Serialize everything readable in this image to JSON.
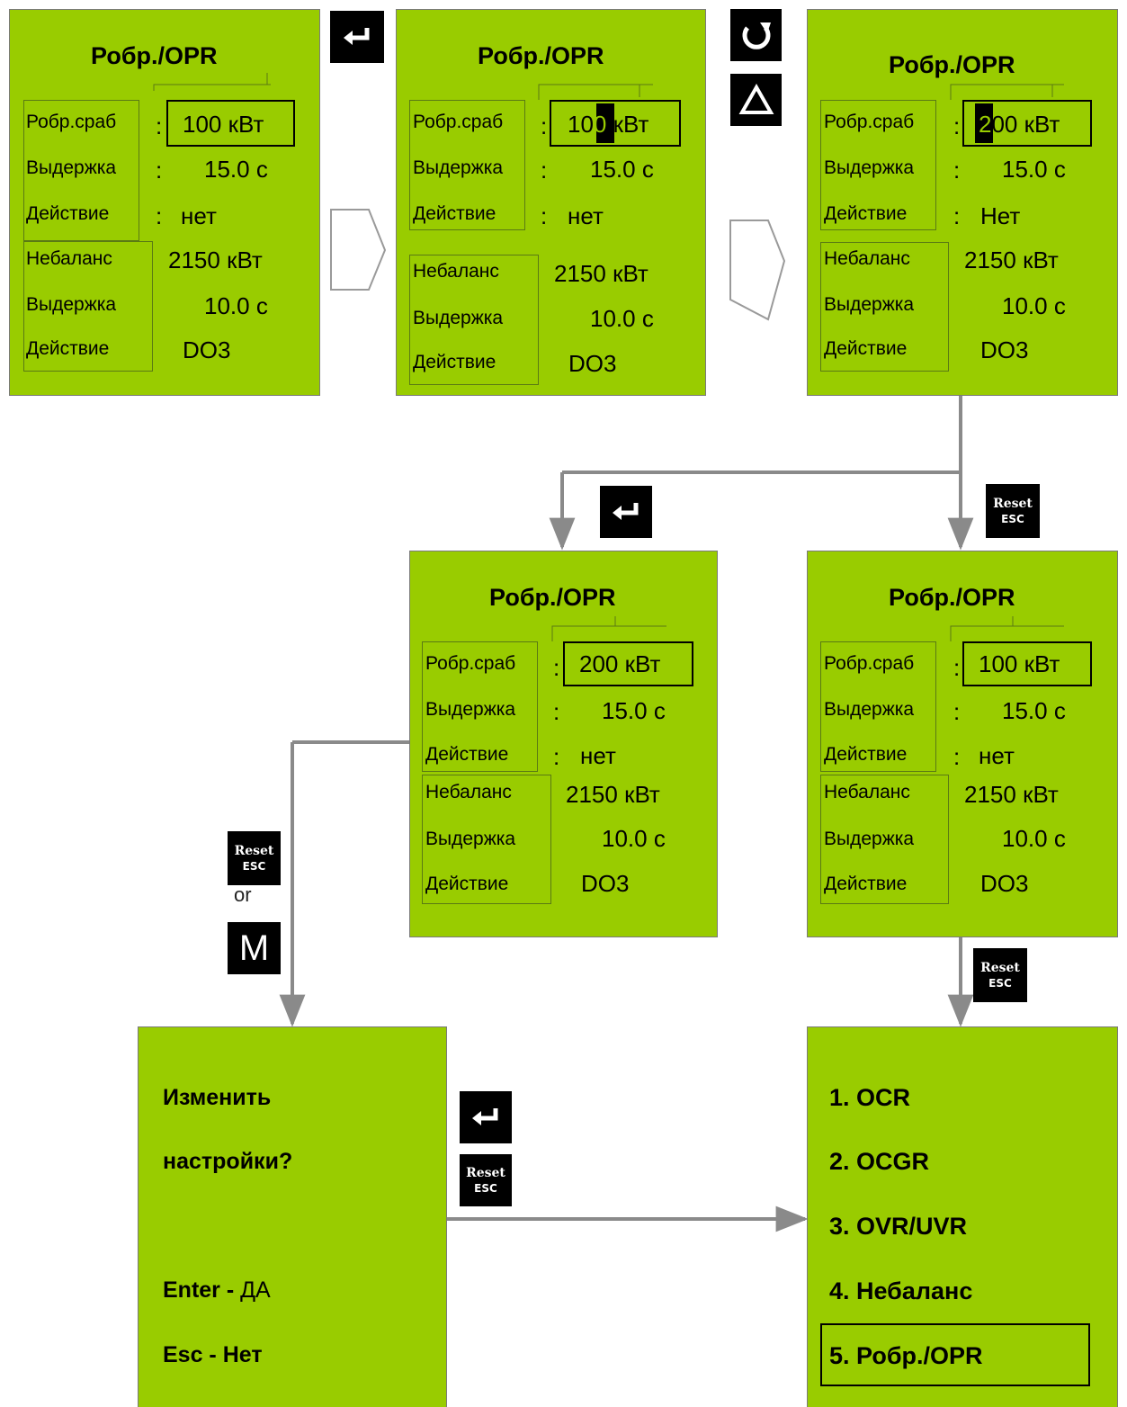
{
  "screens": [
    {
      "title": "Робр./OPR",
      "rows": [
        {
          "label": "Робр.сраб",
          "colon": ":",
          "value": "100 кВт"
        },
        {
          "label": "Выдержка",
          "colon": ":",
          "value": "15.0 с"
        },
        {
          "label": "Действие",
          "colon": ":",
          "value": "нет"
        },
        {
          "label": "Небаланс",
          "value": "2150 кВт"
        },
        {
          "label": "Выдержка",
          "value": "10.0 с"
        },
        {
          "label": "Действие",
          "value": "DO3"
        }
      ]
    },
    {
      "title": "Робр./OPR",
      "rows": [
        {
          "label": "Робр.сраб",
          "colon": ":",
          "value_pre": "10",
          "value_cursor": "0",
          "value_post": " кВт"
        },
        {
          "label": "Выдержка",
          "colon": ":",
          "value": "15.0 с"
        },
        {
          "label": "Действие",
          "colon": ":",
          "value": "нет"
        },
        {
          "label": "Небаланс",
          "value": "2150 кВт"
        },
        {
          "label": "Выдержка",
          "value": "10.0 с"
        },
        {
          "label": "Действие",
          "value": "DO3"
        }
      ]
    },
    {
      "title": "Робр./OPR",
      "rows": [
        {
          "label": "Робр.сраб",
          "colon": ":",
          "value_cursor": "2",
          "value_post": "00 кВт"
        },
        {
          "label": "Выдержка",
          "colon": ":",
          "value": "15.0 с"
        },
        {
          "label": "Действие",
          "colon": ":",
          "value": "Нет"
        },
        {
          "label": "Небаланс",
          "value": "2150 кВт"
        },
        {
          "label": "Выдержка",
          "value": "10.0 с"
        },
        {
          "label": "Действие",
          "value": "DO3"
        }
      ]
    },
    {
      "title": "Робр./OPR",
      "rows": [
        {
          "label": "Робр.сраб",
          "colon": ":",
          "value": "200 кВт"
        },
        {
          "label": "Выдержка",
          "colon": ":",
          "value": "15.0 с"
        },
        {
          "label": "Действие",
          "colon": ":",
          "value": "нет"
        },
        {
          "label": "Небаланс",
          "value": "2150 кВт"
        },
        {
          "label": "Выдержка",
          "value": "10.0 с"
        },
        {
          "label": "Действие",
          "value": "DO3"
        }
      ]
    },
    {
      "title": "Робр./OPR",
      "rows": [
        {
          "label": "Робр.сраб",
          "colon": ":",
          "value": "100 кВт"
        },
        {
          "label": "Выдержка",
          "colon": ":",
          "value": "15.0 с"
        },
        {
          "label": "Действие",
          "colon": ":",
          "value": "нет"
        },
        {
          "label": "Небаланс",
          "value": "2150 кВт"
        },
        {
          "label": "Выдержка",
          "value": "10.0 с"
        },
        {
          "label": "Действие",
          "value": "DO3"
        }
      ]
    }
  ],
  "confirm": {
    "line1": "Изменить",
    "line2": "настройки?",
    "enter_key": "Enter",
    "enter_sep": " - ",
    "enter_answer": "ДА",
    "esc_key": "Esc",
    "esc_sep": " - ",
    "esc_answer": "Нет"
  },
  "menu": {
    "items": [
      "1. OCR",
      "2. OCGR",
      "3. OVR/UVR",
      "4. Небаланс",
      "5. Робр./OPR"
    ],
    "selected_index": 4
  },
  "keys": {
    "enter_icon": "enter-icon",
    "rotate_icon": "rotate-icon",
    "up_icon": "up-triangle-icon",
    "reset_line1": "Reset",
    "reset_line2": "ESC",
    "m_label": "M",
    "or_label": "or"
  },
  "colors": {
    "screen_bg": "#99cc00",
    "key_bg": "#000000",
    "connector": "#8a8a8a"
  }
}
